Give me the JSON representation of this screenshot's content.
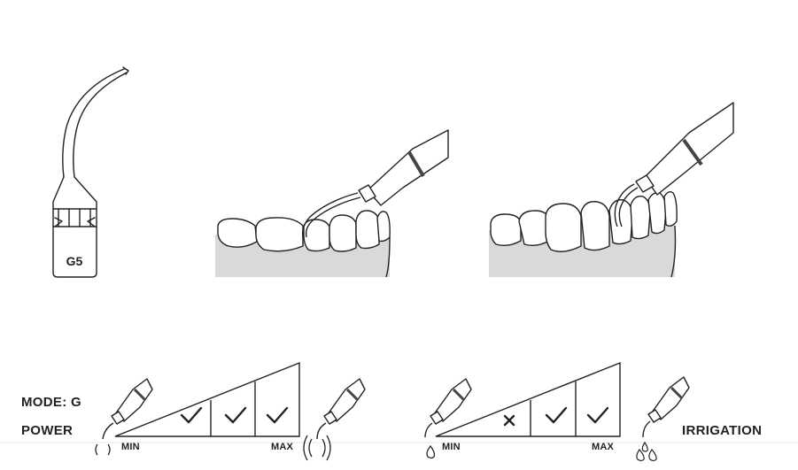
{
  "tip": {
    "code": "G5"
  },
  "settings": {
    "mode_label": "MODE: G",
    "power": {
      "label": "POWER",
      "min_label": "MIN",
      "max_label": "MAX",
      "levels": [
        "check",
        "check",
        "check"
      ]
    },
    "irrigation": {
      "label": "IRRIGATION",
      "min_label": "MIN",
      "max_label": "MAX",
      "levels": [
        "cross",
        "check",
        "check"
      ]
    }
  },
  "colors": {
    "line": "#222222",
    "gum": "#d9d9d9",
    "tooth": "#ffffff"
  },
  "icons": [
    "scaler-tip-icon",
    "scaler-handpiece-icon",
    "vibration-waves-icon",
    "water-drop-icon",
    "check-icon",
    "cross-icon"
  ]
}
